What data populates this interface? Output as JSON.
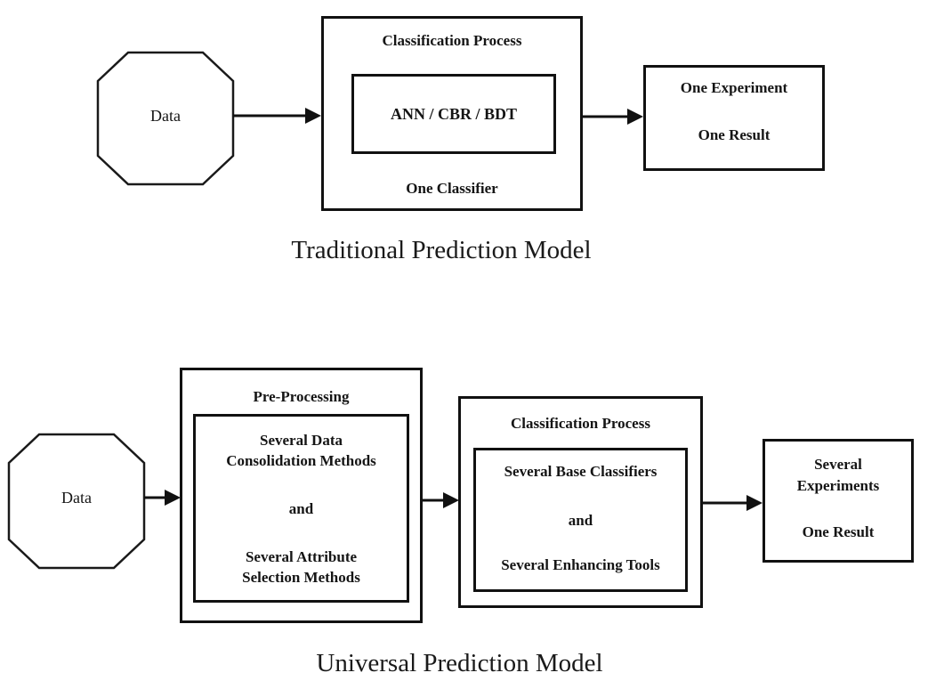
{
  "page": {
    "background_color": "#ffffff",
    "ink_color": "#151515",
    "line_color": "#111111"
  },
  "traditional": {
    "caption": "Traditional Prediction Model",
    "data_node": {
      "label": "Data"
    },
    "process_box": {
      "title": "Classification Process",
      "inner_label": "ANN / CBR / BDT",
      "footer": "One Classifier"
    },
    "result_box": {
      "lines": [
        "One Experiment",
        "One Result"
      ]
    }
  },
  "universal": {
    "caption": "Universal Prediction Model",
    "data_node": {
      "label": "Data"
    },
    "preprocessing_box": {
      "title": "Pre-Processing",
      "group1_lines": [
        "Several Data",
        "Consolidation Methods"
      ],
      "connector": "and",
      "group2_lines": [
        "Several Attribute",
        "Selection Methods"
      ]
    },
    "process_box": {
      "title": "Classification Process",
      "line1": "Several Base Classifiers",
      "connector": "and",
      "line2": "Several Enhancing Tools"
    },
    "result_box": {
      "lines": [
        "Several",
        "Experiments"
      ],
      "footer": "One Result"
    }
  }
}
